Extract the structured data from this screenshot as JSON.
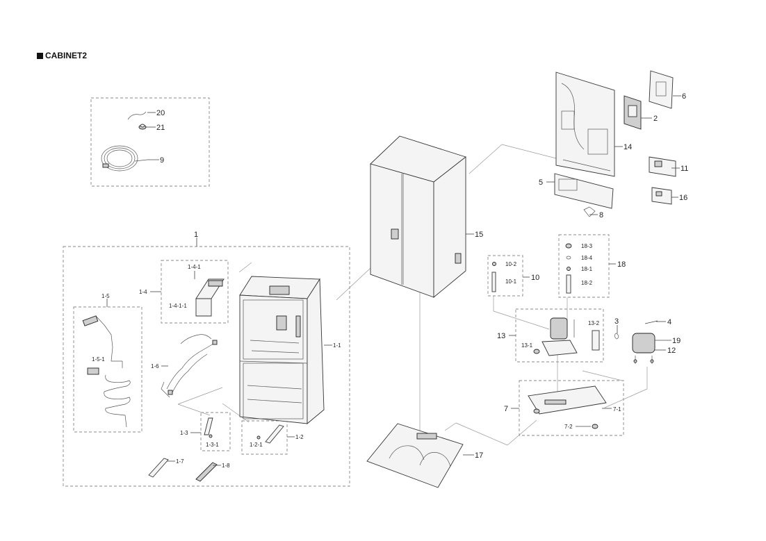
{
  "title": "CABINET2",
  "labels": {
    "p20": "20",
    "p21": "21",
    "p9": "9",
    "p1": "1",
    "p1_4": "1-4",
    "p1_4_1": "1-4-1",
    "p1_4_1_1": "1-4-1-1",
    "p1_5": "1-5",
    "p1_5_1": "1-5-1",
    "p1_6": "1-6",
    "p1_1": "1-1",
    "p1_3": "1-3",
    "p1_3_1": "1-3-1",
    "p1_2": "1-2",
    "p1_2_1": "1-2-1",
    "p1_7": "1-7",
    "p1_8": "1-8",
    "p15": "15",
    "p17": "17",
    "p6": "6",
    "p2": "2",
    "p14": "14",
    "p5": "5",
    "p8": "8",
    "p11": "11",
    "p16": "16",
    "p10_2": "10-2",
    "p10_1": "10-1",
    "p10": "10",
    "p18_3": "18-3",
    "p18_4": "18-4",
    "p18_1": "18-1",
    "p18_2": "18-2",
    "p18": "18",
    "p13": "13",
    "p13_1": "13-1",
    "p13_2": "13-2",
    "p3": "3",
    "p4": "4",
    "p19": "19",
    "p12": "12",
    "p7": "7",
    "p7_1": "7-1",
    "p7_2": "7-2"
  }
}
